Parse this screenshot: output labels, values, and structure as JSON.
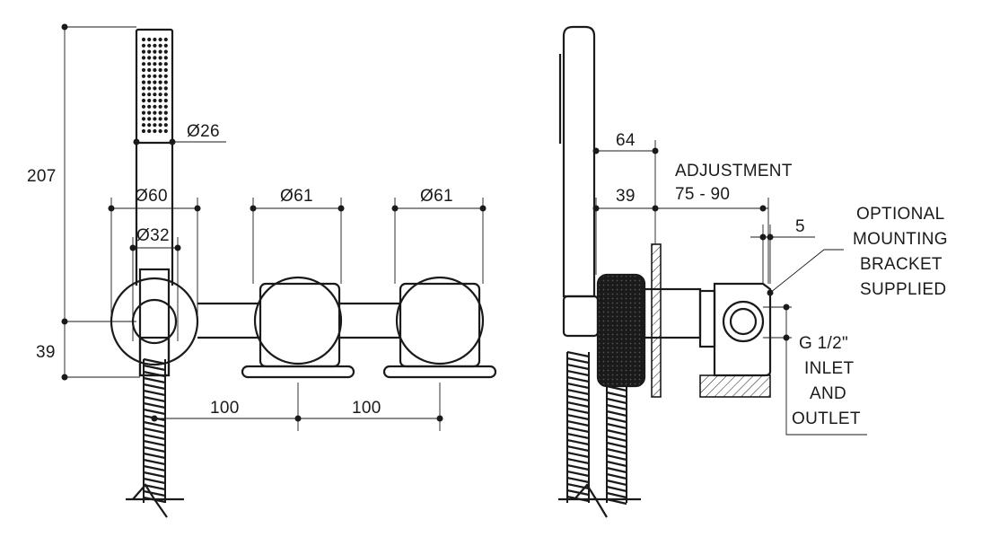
{
  "front_view": {
    "height_total": "207",
    "height_outlet": "39",
    "handshower_dia": "Ø26",
    "holder_dia": "Ø60",
    "outlet_dia": "Ø32",
    "handle1_dia": "Ø61",
    "handle2_dia": "Ø61",
    "spacing1": "100",
    "spacing2": "100"
  },
  "side_view": {
    "depth_total": "64",
    "depth_min": "39",
    "adjustment_title": "ADJUSTMENT",
    "adjustment_range": "75 - 90",
    "bracket_offset": "5",
    "bracket_note": [
      "OPTIONAL",
      "MOUNTING",
      "BRACKET",
      "SUPPLIED"
    ],
    "connection_note": [
      "G 1/2\"",
      "INLET",
      "AND",
      "OUTLET"
    ]
  }
}
